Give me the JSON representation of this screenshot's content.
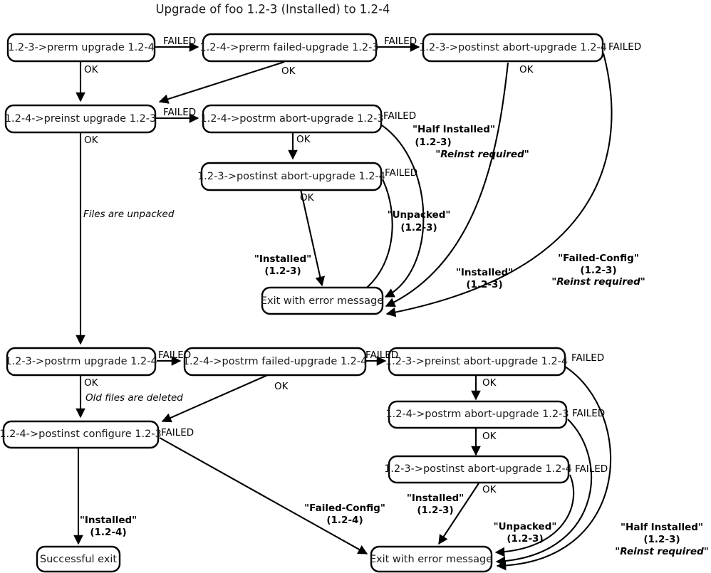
{
  "title": "Upgrade of foo 1.2-3 (Installed) to 1.2-4",
  "nodes": {
    "prerm_upgrade": "1.2-3->prerm upgrade 1.2-4",
    "prerm_failed_upgrade": "1.2-4->prerm failed-upgrade 1.2-3",
    "postinst_abort_top": "1.2-3->postinst abort-upgrade 1.2-4",
    "preinst_upgrade": "1.2-4->preinst upgrade 1.2-3",
    "postrm_abort_mid": "1.2-4->postrm abort-upgrade 1.2-3",
    "postinst_abort_mid": "1.2-3->postinst abort-upgrade 1.2-4",
    "exit_error_top": "Exit with error message",
    "postrm_upgrade": "1.2-3->postrm upgrade 1.2-4",
    "postrm_failed_upgrade": "1.2-4->postrm failed-upgrade 1.2-4",
    "preinst_abort": "1.2-3->preinst abort-upgrade 1.2-4",
    "postrm_abort_low": "1.2-4->postrm abort-upgrade 1.2-3",
    "postinst_abort_low": "1.2-3->postinst abort-upgrade 1.2-4",
    "postinst_configure": "1.2-4->postinst configure 1.2-3",
    "exit_error_bottom": "Exit with error message",
    "successful_exit": "Successful exit"
  },
  "edge_labels": {
    "failed": "FAILED",
    "ok": "OK"
  },
  "notes": {
    "files_unpacked": "Files are unpacked",
    "old_files_deleted": "Old files are deleted"
  },
  "states": {
    "half_installed_name": "\"Half Installed\"",
    "half_installed_ver": "(1.2-3)",
    "reinst_required": "\"Reinst required\"",
    "unpacked_name": "\"Unpacked\"",
    "unpacked_ver": "(1.2-3)",
    "installed_name": "\"Installed\"",
    "installed_ver_123": "(1.2-3)",
    "installed_ver_124": "(1.2-4)",
    "failed_config_name": "\"Failed-Config\"",
    "failed_config_ver_123": "(1.2-3)",
    "failed_config_ver_124": "(1.2-4)"
  },
  "colors": {
    "stroke": "#000000",
    "background": "#ffffff",
    "text": "#1a1a1a"
  }
}
